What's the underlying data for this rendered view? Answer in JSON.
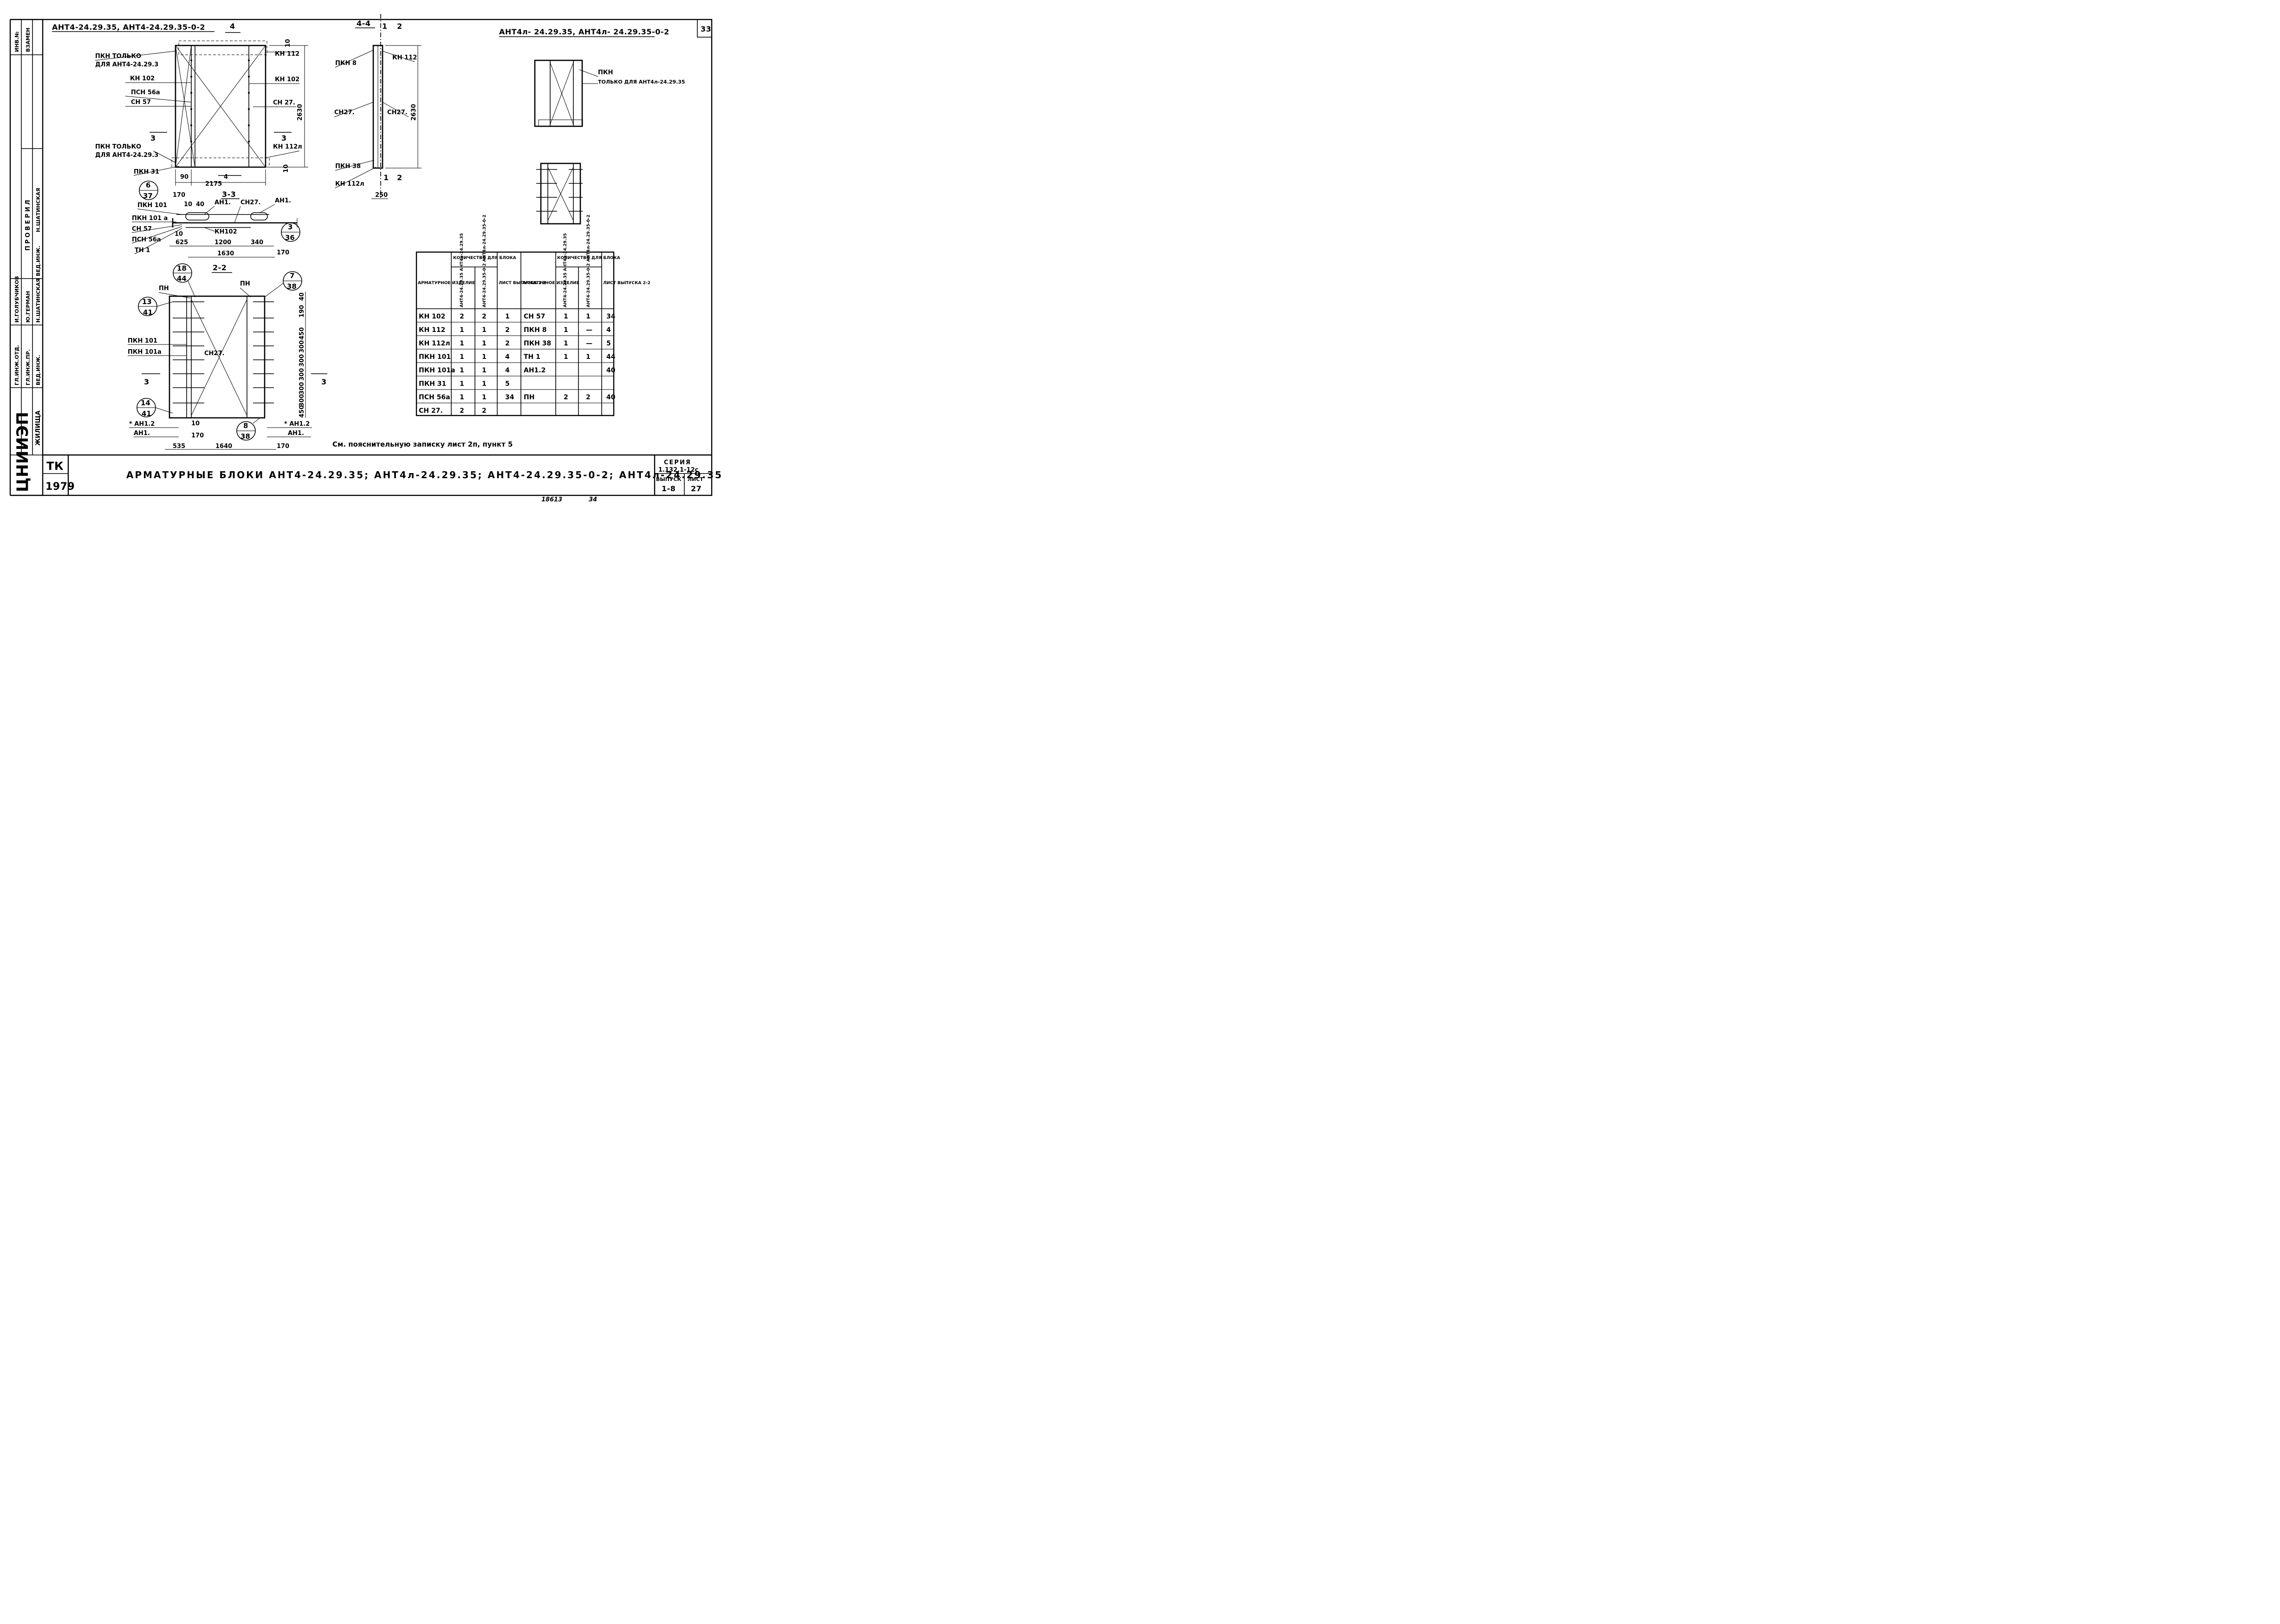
{
  "sheet_number": "33",
  "titles": {
    "main_views": "АНТ4-24.29.35, АНТ4-24.29.35-0-2",
    "right_views": "АНТ4л- 24.29.35, АНТ4л- 24.29.35-0-2",
    "section_44": "4-4",
    "section_33": "3-3",
    "section_22": "2-2"
  },
  "side_strip": {
    "inv_no": "ИНВ.№",
    "zamen": "ВЗАМЕН",
    "provereno": "ПРОВЕРИЛ",
    "roles": [
      "ГЛ.ИНЖ.ОТД.",
      "ГЛ.ИНЖ.ПР.",
      "ВЕД.ИНЖ."
    ],
    "names": [
      "И.ГОЛУБЧИКОВ",
      "Ю.ГЕРМАН",
      "Н.ШАТИНСКАЯ"
    ],
    "ved_inzh_label": "ВЕД.ИНЖ.",
    "shatinskaya": "Н.ШАТИНСКАЯ",
    "logo_text": "ЦНИИЭП",
    "zhilishcha": "ЖИЛИЩА"
  },
  "elevation": {
    "labels": {
      "pkn_tolko_1": "ПКН ТОЛЬКО",
      "dlya_1": "ДЛЯ АНТ4-24.29.3",
      "kn102_left": "КН 102",
      "psn56a": "ПСН 56а",
      "sn57": "СН 57",
      "pkn_tolko_2": "ПКН ТОЛЬКО",
      "dlya_2": "ДЛЯ АНТ4-24.29.3",
      "pkn31": "ПКН 31",
      "kn112": "КН 112",
      "kn102_right": "КН 102",
      "sn27": "СН 27.",
      "kn112l": "КН 112л"
    },
    "dims": {
      "height": "2630",
      "top": "10",
      "bottom": "10",
      "left_off": "90",
      "width": "2175"
    },
    "cut_marks": {
      "left3": "3",
      "right3": "3",
      "top4": "4",
      "bottom4": "4"
    }
  },
  "section_44": {
    "labels": {
      "pkn8": "ПКН 8",
      "kn112": "КН 112",
      "sn27_left": "СН27.",
      "sn27_right": "СН27.",
      "pkn38": "ПКН 38",
      "kn112l": "КН 112л"
    },
    "dims": {
      "height": "2630",
      "width": "250"
    },
    "cut_marks": {
      "top1": "1",
      "top2": "2",
      "bot1": "1",
      "bot2": "2"
    }
  },
  "section_33": {
    "labels": {
      "pkn101": "ПКН 101",
      "pkn101a": "ПКН 101 а",
      "sn57": "СН 57",
      "psn56a": "ПСН 56а",
      "tn1": "ТН 1",
      "an1_a": "АН1.",
      "sn27": "СН27.",
      "an1_b": "АН1.",
      "kn102": "КН102"
    },
    "dims": [
      "170",
      "10",
      "40",
      "10",
      "625",
      "1200",
      "340",
      "1630",
      "170"
    ],
    "tags": [
      {
        "top": "6",
        "bottom": "37"
      },
      {
        "top": "3",
        "bottom": "36"
      }
    ]
  },
  "section_22": {
    "labels": {
      "pn_left": "ПН",
      "pn_right": "ПН",
      "pkn101": "ПКН 101",
      "pkn101a": "ПКН 101а",
      "sn27": "СН27.",
      "an12_left": "* АН1.2",
      "an1_left": "АН1.",
      "an12_right": "* АН1.2",
      "an1_right": "АН1."
    },
    "dims": {
      "right_col": [
        "40",
        "190",
        "450",
        "300",
        "300",
        "300",
        "300",
        "300",
        "450"
      ],
      "bottom": [
        "535",
        "1640",
        "170"
      ],
      "inner": [
        "10",
        "170"
      ]
    },
    "tags": [
      {
        "top": "18",
        "bottom": "44"
      },
      {
        "top": "7",
        "bottom": "38"
      },
      {
        "top": "13",
        "bottom": "41"
      },
      {
        "top": "14",
        "bottom": "41"
      },
      {
        "top": "8",
        "bottom": "38"
      }
    ],
    "cut_marks": {
      "left3": "3",
      "right3": "3"
    }
  },
  "right_views": {
    "pkn_label": "ПКН",
    "note": "ТОЛЬКО ДЛЯ АНТ4л-24.29.35"
  },
  "table": {
    "header": {
      "item": "АРМАТУРНОЕ ИЗДЕЛИЕ",
      "qty": "КОЛИЧЕСТВО ДЛЯ БЛОКА",
      "col_a": "АНТ4-24.29.35 АНТ4л-24.29.35",
      "col_b": "АНТ4-24.29.35-0-2 АНТ4л-24.29.35-0-2",
      "sheet": "ЛИСТ ВЫПУСКА 2-2"
    },
    "rows": [
      [
        "КН 102",
        "2",
        "2",
        "1",
        "СН 57",
        "1",
        "1",
        "34"
      ],
      [
        "КН 112",
        "1",
        "1",
        "2",
        "ПКН 8",
        "1",
        "—",
        "4"
      ],
      [
        "КН 112л",
        "1",
        "1",
        "2",
        "ПКН 38",
        "1",
        "—",
        "5"
      ],
      [
        "ПКН 101",
        "1",
        "1",
        "4",
        "ТН 1",
        "1",
        "1",
        "44"
      ],
      [
        "ПКН 101а",
        "1",
        "1",
        "4",
        "АН1.2",
        "",
        "",
        "40"
      ],
      [
        "ПКН 31",
        "1",
        "1",
        "5",
        "",
        "",
        "",
        ""
      ],
      [
        "ПСН 56а",
        "1",
        "1",
        "34",
        "ПН",
        "2",
        "2",
        "40"
      ],
      [
        "СН 27.",
        "2",
        "2",
        "",
        "",
        "",
        "",
        ""
      ]
    ]
  },
  "note": "См. пояснительную записку лист 2п, пункт 5",
  "title_block": {
    "tk": "ТК",
    "year": "1979",
    "title": "АРМАТУРНЫЕ БЛОКИ АНТ4-24.29.35; АНТ4л-24.29.35; АНТ4-24.29.35-0-2; АНТ4л-24.29.35-0-2",
    "seria_label": "СЕРИЯ",
    "seria": "1.132.1-12с",
    "vypusk_label": "ВЫПУСК",
    "vypusk": "1-8",
    "list_label": "ЛИСТ",
    "list": "27"
  },
  "footer": {
    "a": "18613",
    "b": "34"
  }
}
